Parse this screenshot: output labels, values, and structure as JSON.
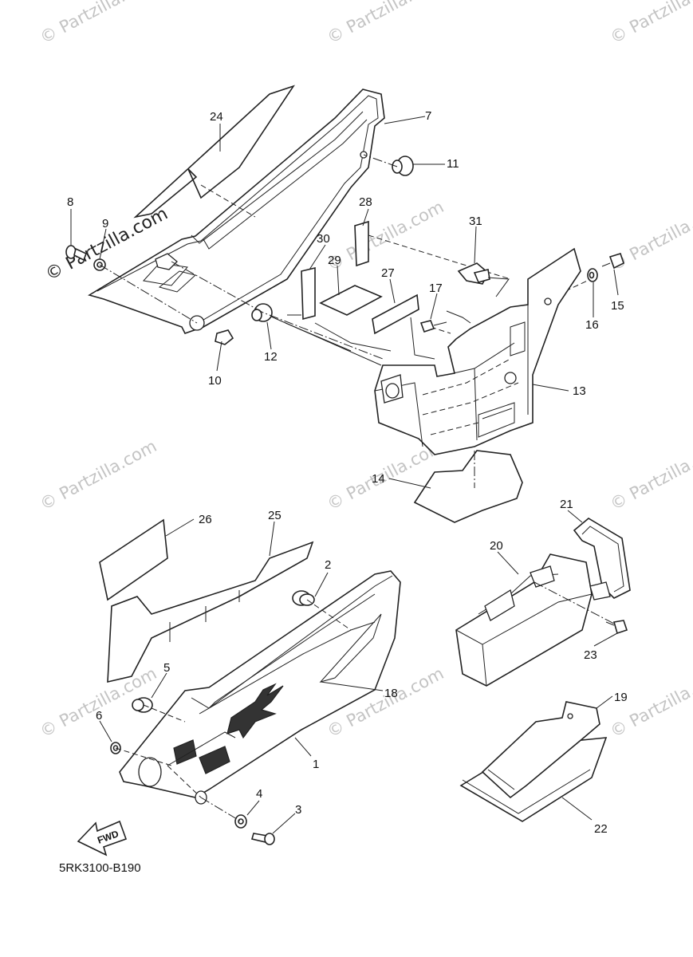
{
  "diagram": {
    "code": "5RK3100-B190",
    "fwd_label": "FWD",
    "callouts": {
      "c1": "1",
      "c2": "2",
      "c3": "3",
      "c4": "4",
      "c5": "5",
      "c6": "6",
      "c7": "7",
      "c8": "8",
      "c9": "9",
      "c10": "10",
      "c11": "11",
      "c12": "12",
      "c13": "13",
      "c14": "14",
      "c15": "15",
      "c16": "16",
      "c17": "17",
      "c18": "18",
      "c19": "19",
      "c20": "20",
      "c21": "21",
      "c22": "22",
      "c23": "23",
      "c24": "24",
      "c25": "25",
      "c26": "26",
      "c27": "27",
      "c28": "28",
      "c29": "29",
      "c30": "30",
      "c31": "31"
    }
  },
  "watermark": {
    "text": "© Partzilla.com",
    "large_text": "© Partzilla.com"
  }
}
